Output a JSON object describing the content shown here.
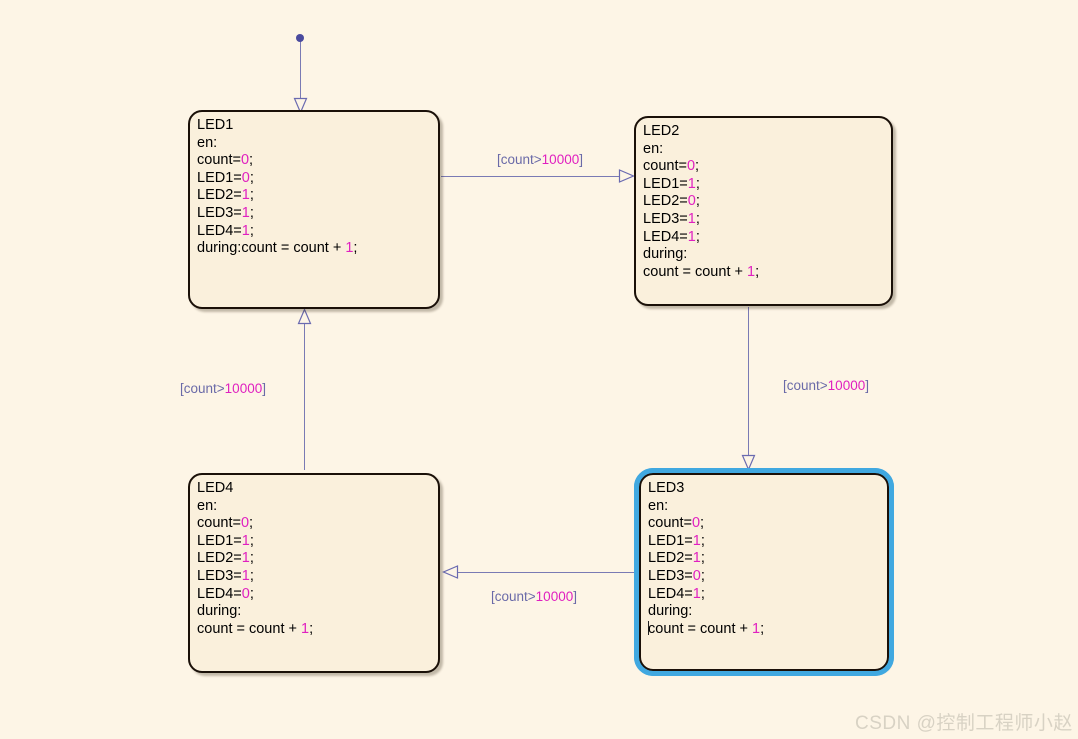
{
  "canvas": {
    "background_color": "#fdf5e6",
    "state_fill_color": "#faf0dc",
    "state_border_color": "#1a1008",
    "transition_color": "#7a7ab4",
    "label_color": "#6a6aa8",
    "number_color": "#e020c0",
    "selection_color": "#40a8e0"
  },
  "states": [
    {
      "id": "led1",
      "name": "LED1",
      "selected": false,
      "lines": [
        {
          "text": "LED1"
        },
        {
          "text": "en:"
        },
        {
          "text": "count=",
          "value": "0",
          "tail": ";"
        },
        {
          "text": "LED1=",
          "value": "0",
          "tail": ";"
        },
        {
          "text": "LED2=",
          "value": "1",
          "tail": ";"
        },
        {
          "text": "LED3=",
          "value": "1",
          "tail": ";"
        },
        {
          "text": "LED4=",
          "value": "1",
          "tail": ";"
        },
        {
          "text": "during:count = count + ",
          "value": "1",
          "tail": ";"
        }
      ]
    },
    {
      "id": "led2",
      "name": "LED2",
      "selected": false,
      "lines": [
        {
          "text": "LED2"
        },
        {
          "text": "en:"
        },
        {
          "text": "count=",
          "value": "0",
          "tail": ";"
        },
        {
          "text": "LED1=",
          "value": "1",
          "tail": ";"
        },
        {
          "text": "LED2=",
          "value": "0",
          "tail": ";"
        },
        {
          "text": "LED3=",
          "value": "1",
          "tail": ";"
        },
        {
          "text": "LED4=",
          "value": "1",
          "tail": ";"
        },
        {
          "text": "during:"
        },
        {
          "text": "count = count + ",
          "value": "1",
          "tail": ";"
        }
      ]
    },
    {
      "id": "led3",
      "name": "LED3",
      "selected": true,
      "lines": [
        {
          "text": "LED3"
        },
        {
          "text": "en:"
        },
        {
          "text": "count=",
          "value": "0",
          "tail": ";"
        },
        {
          "text": "LED1=",
          "value": "1",
          "tail": ";"
        },
        {
          "text": "LED2=",
          "value": "1",
          "tail": ";"
        },
        {
          "text": "LED3=",
          "value": "0",
          "tail": ";"
        },
        {
          "text": "LED4=",
          "value": "1",
          "tail": ";"
        },
        {
          "text": "during:"
        },
        {
          "text": "count = count + ",
          "value": "1",
          "tail": ";",
          "caret": true
        }
      ]
    },
    {
      "id": "led4",
      "name": "LED4",
      "selected": false,
      "lines": [
        {
          "text": "LED4"
        },
        {
          "text": "en:"
        },
        {
          "text": "count=",
          "value": "0",
          "tail": ";"
        },
        {
          "text": "LED1=",
          "value": "1",
          "tail": ";"
        },
        {
          "text": "LED2=",
          "value": "1",
          "tail": ";"
        },
        {
          "text": "LED3=",
          "value": "1",
          "tail": ";"
        },
        {
          "text": "LED4=",
          "value": "0",
          "tail": ";"
        },
        {
          "text": "during:"
        },
        {
          "text": "count = count + ",
          "value": "1",
          "tail": ";"
        }
      ]
    }
  ],
  "transitions": [
    {
      "id": "default-to-led1",
      "from": "default-junction",
      "to": "LED1",
      "label": null
    },
    {
      "id": "led1-to-led2",
      "from": "LED1",
      "to": "LED2",
      "label_prefix": "[count>",
      "label_value": "10000",
      "label_suffix": "]"
    },
    {
      "id": "led2-to-led3",
      "from": "LED2",
      "to": "LED3",
      "label_prefix": "[count>",
      "label_value": "10000",
      "label_suffix": "]"
    },
    {
      "id": "led3-to-led4",
      "from": "LED3",
      "to": "LED4",
      "label_prefix": "[count>",
      "label_value": "10000",
      "label_suffix": "]"
    },
    {
      "id": "led4-to-led1",
      "from": "LED4",
      "to": "LED1",
      "label_prefix": "[count>",
      "label_value": "10000",
      "label_suffix": "]"
    }
  ],
  "watermark": {
    "text": "CSDN @控制工程师小赵"
  }
}
